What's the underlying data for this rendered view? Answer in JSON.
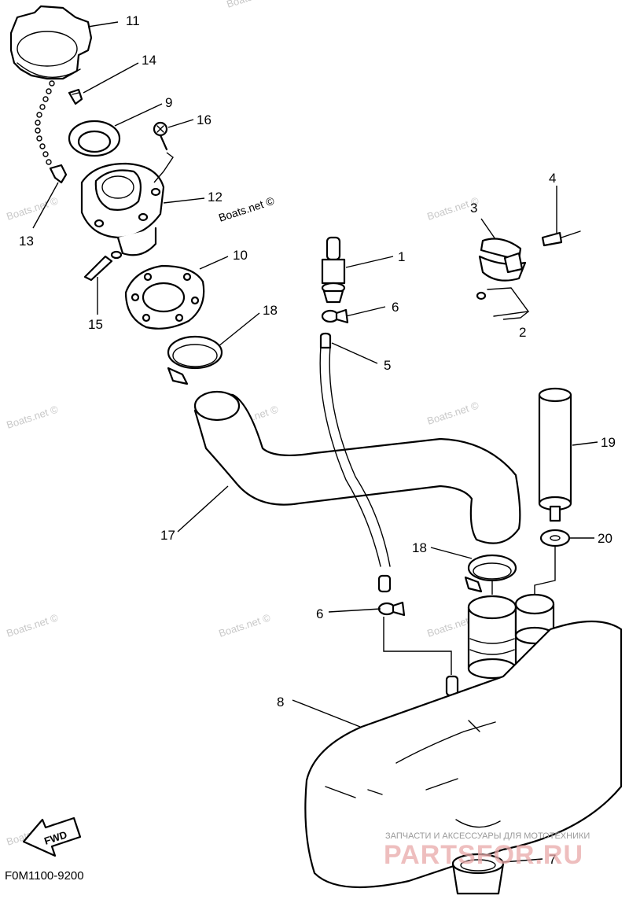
{
  "diagram": {
    "code": "F0M1100-9200",
    "fwd_label": "FWD",
    "watermark": "Boats.net ©",
    "watermark_strong": "Boats.net ©",
    "shop_caption": "ЗАПЧАСТИ И АКСЕССУАРЫ ДЛЯ МОТОТЕХНИКИ",
    "shop_logo": "PARTSFOR.RU",
    "callouts": {
      "c1": "1",
      "c2": "2",
      "c3": "3",
      "c4": "4",
      "c5": "5",
      "c6a": "6",
      "c6b": "6",
      "c7": "7",
      "c8": "8",
      "c9": "9",
      "c10": "10",
      "c11": "11",
      "c12": "12",
      "c13": "13",
      "c14": "14",
      "c15": "15",
      "c16": "16",
      "c17": "17",
      "c18a": "18",
      "c18b": "18",
      "c19": "19",
      "c20": "20"
    }
  }
}
